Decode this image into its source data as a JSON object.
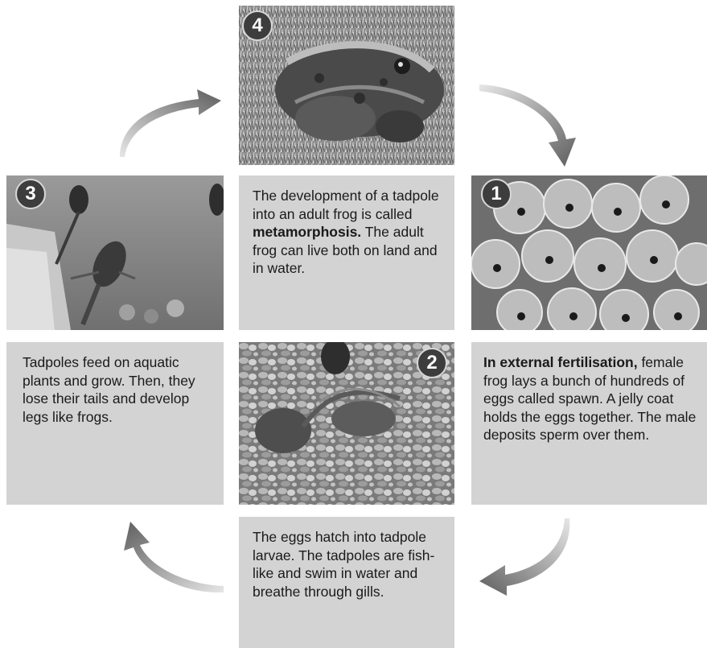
{
  "stages": [
    {
      "number": "1",
      "photo": "frog-spawn-eggs-photo"
    },
    {
      "number": "2",
      "photo": "tadpoles-on-gravel-photo"
    },
    {
      "number": "3",
      "photo": "tadpole-with-legs-photo"
    },
    {
      "number": "4",
      "photo": "adult-frog-on-grass-photo"
    }
  ],
  "texts": {
    "center": {
      "pre": "The development of a tadpole into an adult frog is called ",
      "bold": "metamorphosis.",
      "post": " The adult frog can live both on land and in water."
    },
    "right": {
      "bold": "In external fertilisation,",
      "post": " female frog lays a bunch of hundreds of eggs called spawn. A jelly coat holds the eggs together. The male deposits sperm over them."
    },
    "bottom": {
      "text": "The eggs hatch into tadpole larvae. The tadpoles are fish-like and swim in water and breathe through gills."
    },
    "left": {
      "text": "Tadpoles feed on aquatic plants and grow. Then, they lose their tails and develop legs like frogs."
    }
  },
  "colors": {
    "box": "#d3d3d3",
    "badge": "#3d3d3d",
    "arrow": "#666666"
  },
  "icons": [
    "curved-arrow-icon"
  ]
}
